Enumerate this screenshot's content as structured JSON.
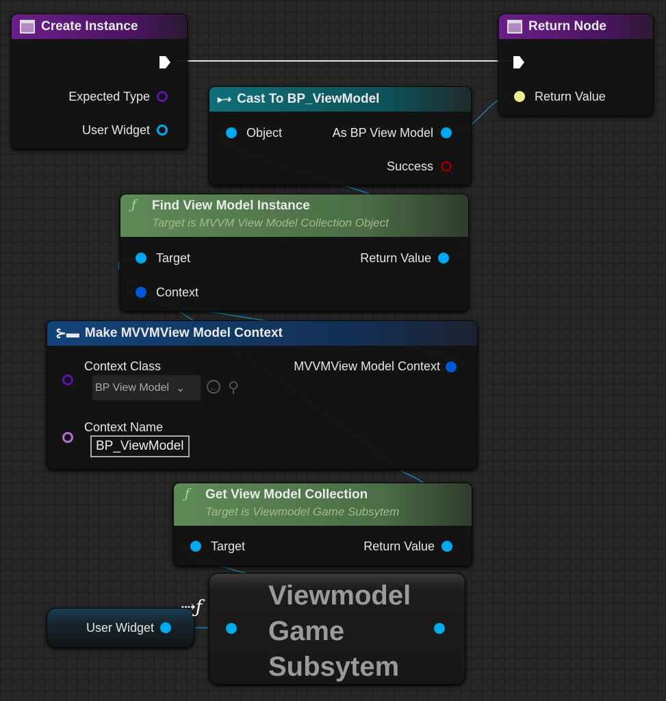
{
  "create_instance": {
    "title": "Create Instance",
    "pins": [
      "Expected Type",
      "User Widget"
    ]
  },
  "return_node": {
    "title": "Return Node",
    "pins": [
      "Return Value"
    ]
  },
  "cast": {
    "title": "Cast To BP_ViewModel",
    "inputs": [
      "Object"
    ],
    "outputs": [
      "As BP View Model",
      "Success"
    ]
  },
  "find_instance": {
    "title": "Find View Model Instance",
    "subtitle": "Target is MVVM View Model Collection Object",
    "inputs": [
      "Target",
      "Context"
    ],
    "outputs": [
      "Return Value"
    ]
  },
  "make_context": {
    "title": "Make MVVMView Model Context",
    "context_class_label": "Context Class",
    "context_class_value": "BP View Model",
    "context_name_label": "Context Name",
    "context_name_value": "BP_ViewModel",
    "output": "MVVMView Model Context"
  },
  "get_collection": {
    "title": "Get View Model Collection",
    "subtitle": "Target is Viewmodel Game Subsytem",
    "inputs": [
      "Target"
    ],
    "outputs": [
      "Return Value"
    ]
  },
  "user_widget_var": {
    "label": "User Widget"
  },
  "subsystem": {
    "title": "Viewmodel Game Subsytem"
  },
  "colors": {
    "object_pin": "#00a8f0",
    "struct_pin": "#0058d8",
    "class_pin": "#5a16a8",
    "bool_pin": "#8a0000",
    "name_pin": "#b070d8",
    "wildcard": "#eef090"
  }
}
